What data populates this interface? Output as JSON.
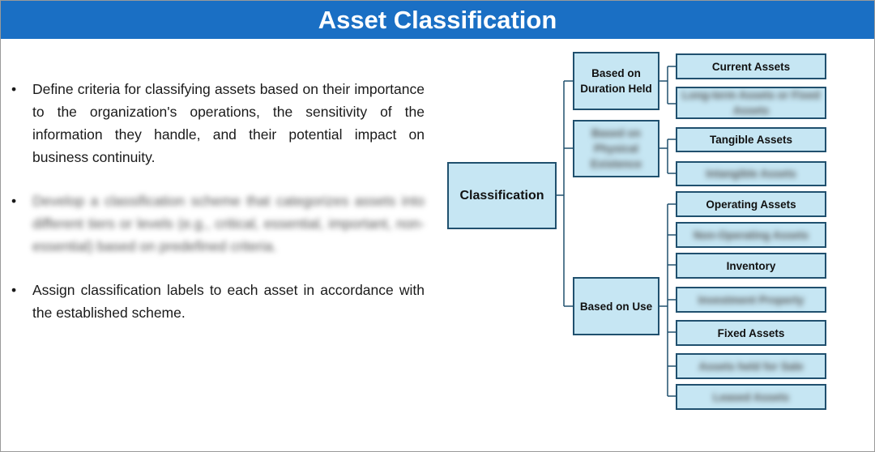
{
  "header": {
    "title": "Asset Classification"
  },
  "bullets": [
    {
      "text": "Define criteria for classifying assets based on their importance to the organization's operations, the sensitivity of the information they handle, and their potential impact on business continuity.",
      "blurred": false
    },
    {
      "text": "Develop a classification scheme that categorizes assets into different tiers or levels (e.g., critical, essential, important, non-essential) based on predefined criteria.",
      "blurred": true
    },
    {
      "text": "Assign classification labels to each asset in accordance with the established scheme.",
      "blurred": false
    }
  ],
  "bullet_glyph": "•",
  "diagram": {
    "root": "Classification",
    "groups": [
      {
        "label": "Based on Duration Held",
        "blurred": false,
        "children": [
          {
            "label": "Current Assets",
            "blurred": false
          },
          {
            "label": "Long-term Assets or Fixed Assets",
            "blurred": true
          }
        ]
      },
      {
        "label": "Based on Physical Existence",
        "blurred": true,
        "children": [
          {
            "label": "Tangible Assets",
            "blurred": false
          },
          {
            "label": "Intangible Assets",
            "blurred": true
          }
        ]
      },
      {
        "label": "Based on Use",
        "blurred": false,
        "children": [
          {
            "label": "Operating Assets",
            "blurred": false
          },
          {
            "label": "Non-Operating Assets",
            "blurred": true
          },
          {
            "label": "Inventory",
            "blurred": false
          },
          {
            "label": "Investment Property",
            "blurred": true
          },
          {
            "label": "Fixed Assets",
            "blurred": false
          },
          {
            "label": "Assets held for Sale",
            "blurred": true
          },
          {
            "label": "Leased Assets",
            "blurred": true
          }
        ]
      }
    ]
  },
  "colors": {
    "header": "#1a6fc4",
    "box_fill": "#c6e6f3",
    "box_border": "#20506e",
    "line": "#20506e"
  }
}
